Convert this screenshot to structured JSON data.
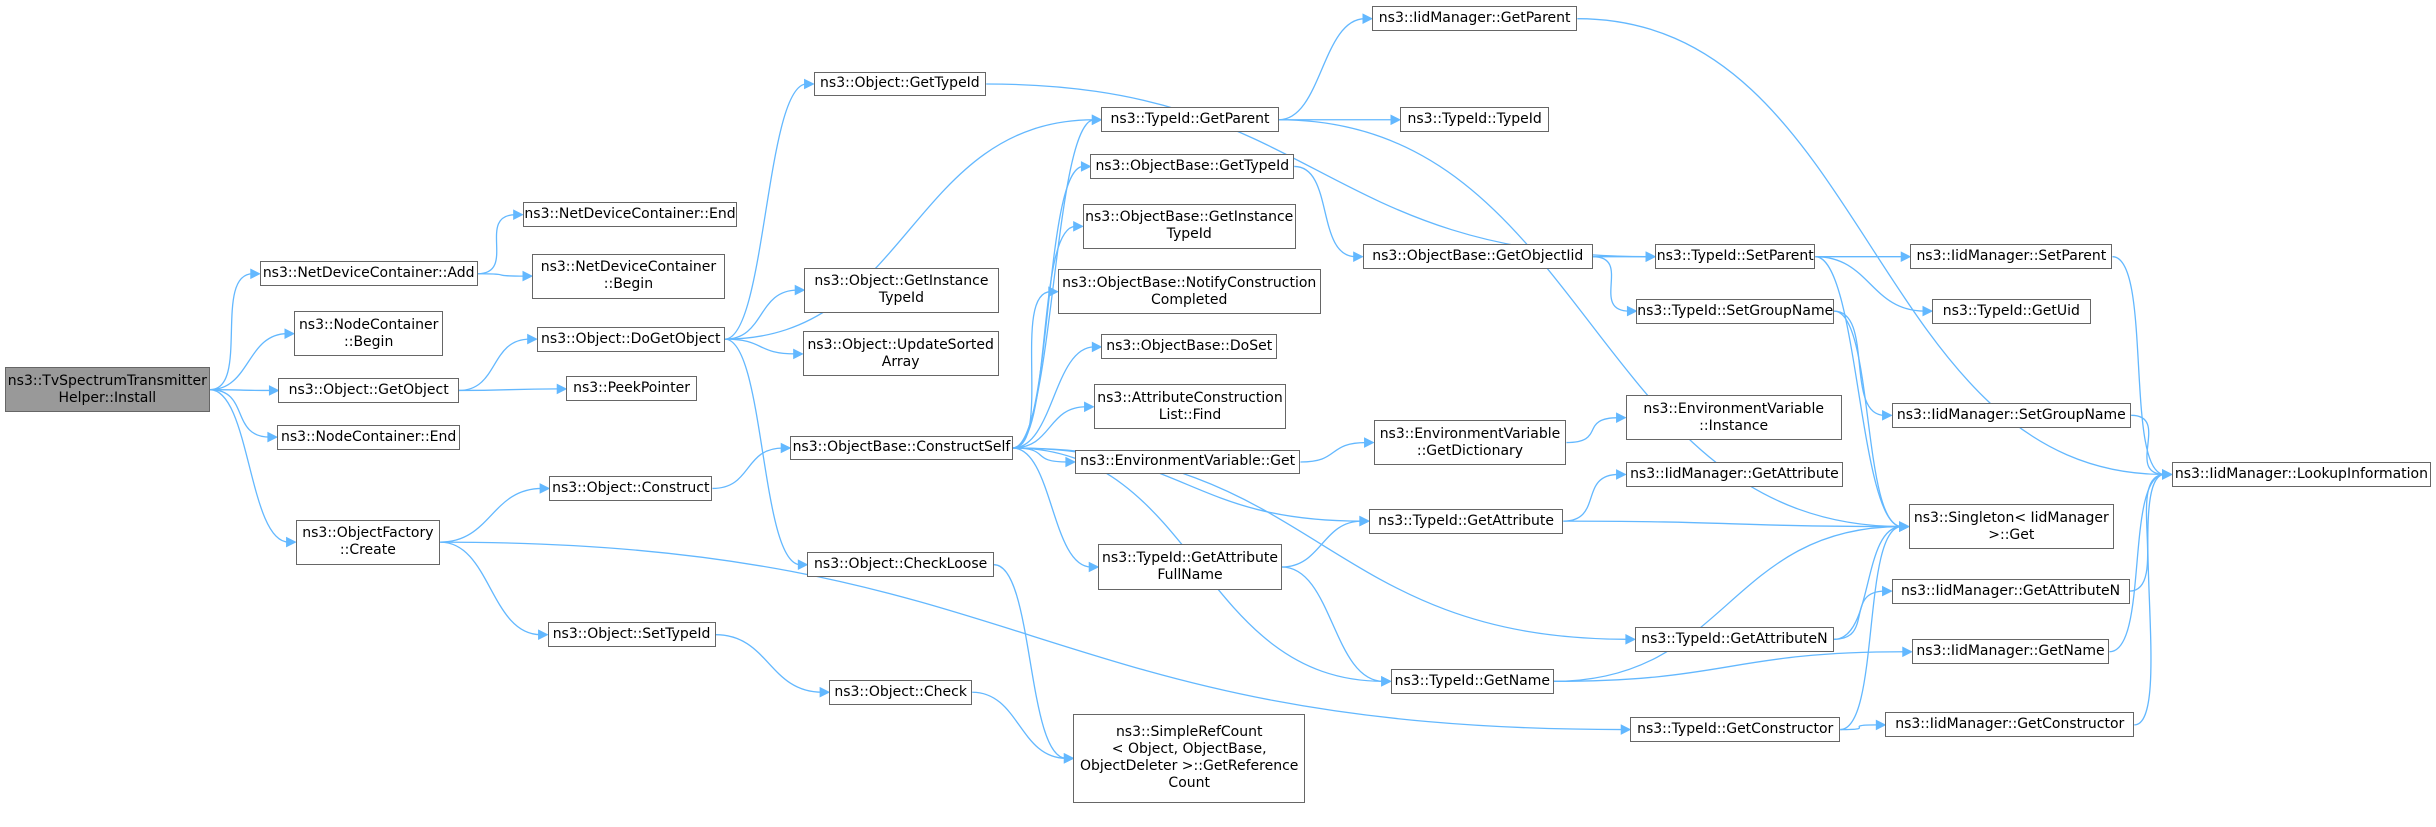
{
  "colors": {
    "edge": "#63b8ff",
    "node_border": "#666666",
    "root_fill": "#999999",
    "node_fill": "#ffffff"
  },
  "nodes": [
    {
      "id": "tvinstall",
      "label": "ns3::TvSpectrumTransmitter\nHelper::Install",
      "root": true
    },
    {
      "id": "ndc_add",
      "label": "ns3::NetDeviceContainer::Add"
    },
    {
      "id": "nc_begin",
      "label": "ns3::NodeContainer\n::Begin"
    },
    {
      "id": "obj_getobject",
      "label": "ns3::Object::GetObject"
    },
    {
      "id": "nc_end",
      "label": "ns3::NodeContainer::End"
    },
    {
      "id": "objfactory_create",
      "label": "ns3::ObjectFactory\n::Create"
    },
    {
      "id": "ndc_end",
      "label": "ns3::NetDeviceContainer::End"
    },
    {
      "id": "ndc_begin",
      "label": "ns3::NetDeviceContainer\n::Begin"
    },
    {
      "id": "obj_dogetobject",
      "label": "ns3::Object::DoGetObject"
    },
    {
      "id": "peekpointer",
      "label": "ns3::PeekPointer"
    },
    {
      "id": "obj_construct",
      "label": "ns3::Object::Construct"
    },
    {
      "id": "obj_settypeid",
      "label": "ns3::Object::SetTypeId"
    },
    {
      "id": "obj_gettypeid",
      "label": "ns3::Object::GetTypeId"
    },
    {
      "id": "obj_getinstancetypeid",
      "label": "ns3::Object::GetInstance\nTypeId"
    },
    {
      "id": "obj_updatesortedarray",
      "label": "ns3::Object::UpdateSorted\nArray"
    },
    {
      "id": "ob_constructself",
      "label": "ns3::ObjectBase::ConstructSelf"
    },
    {
      "id": "obj_checkloose",
      "label": "ns3::Object::CheckLoose"
    },
    {
      "id": "obj_check",
      "label": "ns3::Object::Check"
    },
    {
      "id": "tid_getparent",
      "label": "ns3::TypeId::GetParent"
    },
    {
      "id": "ob_gettypeid",
      "label": "ns3::ObjectBase::GetTypeId"
    },
    {
      "id": "ob_getinstancetypeid",
      "label": "ns3::ObjectBase::GetInstance\nTypeId"
    },
    {
      "id": "ob_notifyconstructioncompleted",
      "label": "ns3::ObjectBase::NotifyConstruction\nCompleted"
    },
    {
      "id": "ob_doset",
      "label": "ns3::ObjectBase::DoSet"
    },
    {
      "id": "acl_find",
      "label": "ns3::AttributeConstruction\nList::Find"
    },
    {
      "id": "envvar_get",
      "label": "ns3::EnvironmentVariable::Get"
    },
    {
      "id": "tid_getattributefullname",
      "label": "ns3::TypeId::GetAttribute\nFullName"
    },
    {
      "id": "srefcount_getrefcount",
      "label": "ns3::SimpleRefCount\n< Object, ObjectBase,\n ObjectDeleter >::GetReference\nCount"
    },
    {
      "id": "iid_getparent",
      "label": "ns3::IidManager::GetParent"
    },
    {
      "id": "tid_typeid",
      "label": "ns3::TypeId::TypeId"
    },
    {
      "id": "ob_getobjectiid",
      "label": "ns3::ObjectBase::GetObjectIid"
    },
    {
      "id": "envvar_getdictionary",
      "label": "ns3::EnvironmentVariable\n::GetDictionary"
    },
    {
      "id": "tid_getattribute",
      "label": "ns3::TypeId::GetAttribute"
    },
    {
      "id": "tid_getname",
      "label": "ns3::TypeId::GetName"
    },
    {
      "id": "tid_getconstructor",
      "label": "ns3::TypeId::GetConstructor"
    },
    {
      "id": "tid_setparent",
      "label": "ns3::TypeId::SetParent"
    },
    {
      "id": "tid_setgroupname",
      "label": "ns3::TypeId::SetGroupName"
    },
    {
      "id": "envvar_instance",
      "label": "ns3::EnvironmentVariable\n::Instance"
    },
    {
      "id": "iid_getattribute",
      "label": "ns3::IidManager::GetAttribute"
    },
    {
      "id": "tid_getattributen",
      "label": "ns3::TypeId::GetAttributeN"
    },
    {
      "id": "iid_setparent",
      "label": "ns3::IidManager::SetParent"
    },
    {
      "id": "tid_getuid",
      "label": "ns3::TypeId::GetUid"
    },
    {
      "id": "iid_setgroupname",
      "label": "ns3::IidManager::SetGroupName"
    },
    {
      "id": "singleton_get",
      "label": "ns3::Singleton< IidManager\n >::Get"
    },
    {
      "id": "iid_getattributen",
      "label": "ns3::IidManager::GetAttributeN"
    },
    {
      "id": "iid_getname",
      "label": "ns3::IidManager::GetName"
    },
    {
      "id": "iid_getconstructor",
      "label": "ns3::IidManager::GetConstructor"
    },
    {
      "id": "iid_lookupinformation",
      "label": "ns3::IidManager::LookupInformation"
    }
  ],
  "edges": [
    [
      "tvinstall",
      "ndc_add"
    ],
    [
      "tvinstall",
      "nc_begin"
    ],
    [
      "tvinstall",
      "obj_getobject"
    ],
    [
      "tvinstall",
      "nc_end"
    ],
    [
      "tvinstall",
      "objfactory_create"
    ],
    [
      "ndc_add",
      "ndc_end"
    ],
    [
      "ndc_add",
      "ndc_begin"
    ],
    [
      "obj_getobject",
      "obj_dogetobject"
    ],
    [
      "obj_getobject",
      "peekpointer"
    ],
    [
      "objfactory_create",
      "obj_construct"
    ],
    [
      "objfactory_create",
      "obj_settypeid"
    ],
    [
      "objfactory_create",
      "tid_getconstructor"
    ],
    [
      "obj_dogetobject",
      "obj_gettypeid"
    ],
    [
      "obj_dogetobject",
      "tid_getparent"
    ],
    [
      "obj_dogetobject",
      "obj_getinstancetypeid"
    ],
    [
      "obj_dogetobject",
      "obj_updatesortedarray"
    ],
    [
      "obj_dogetobject",
      "obj_checkloose"
    ],
    [
      "obj_construct",
      "ob_constructself"
    ],
    [
      "obj_settypeid",
      "obj_check"
    ],
    [
      "obj_gettypeid",
      "tid_setparent"
    ],
    [
      "obj_checkloose",
      "srefcount_getrefcount"
    ],
    [
      "obj_check",
      "srefcount_getrefcount"
    ],
    [
      "ob_constructself",
      "tid_getparent"
    ],
    [
      "ob_constructself",
      "ob_gettypeid"
    ],
    [
      "ob_constructself",
      "ob_getinstancetypeid"
    ],
    [
      "ob_constructself",
      "ob_notifyconstructioncompleted"
    ],
    [
      "ob_constructself",
      "ob_doset"
    ],
    [
      "ob_constructself",
      "acl_find"
    ],
    [
      "ob_constructself",
      "envvar_get"
    ],
    [
      "ob_constructself",
      "tid_getattributefullname"
    ],
    [
      "ob_constructself",
      "tid_getattribute"
    ],
    [
      "ob_constructself",
      "tid_getattributen"
    ],
    [
      "ob_constructself",
      "tid_getname"
    ],
    [
      "tid_getparent",
      "iid_getparent"
    ],
    [
      "tid_getparent",
      "tid_typeid"
    ],
    [
      "tid_getparent",
      "singleton_get"
    ],
    [
      "ob_gettypeid",
      "ob_getobjectiid"
    ],
    [
      "ob_getobjectiid",
      "tid_setparent"
    ],
    [
      "ob_getobjectiid",
      "tid_setgroupname"
    ],
    [
      "envvar_get",
      "envvar_getdictionary"
    ],
    [
      "envvar_getdictionary",
      "envvar_instance"
    ],
    [
      "tid_getattributefullname",
      "tid_getattribute"
    ],
    [
      "tid_getattributefullname",
      "tid_getname"
    ],
    [
      "tid_getattribute",
      "iid_getattribute"
    ],
    [
      "tid_getattribute",
      "singleton_get"
    ],
    [
      "tid_getname",
      "singleton_get"
    ],
    [
      "tid_getname",
      "iid_getname"
    ],
    [
      "tid_getconstructor",
      "singleton_get"
    ],
    [
      "tid_getconstructor",
      "iid_getconstructor"
    ],
    [
      "tid_setparent",
      "iid_setparent"
    ],
    [
      "tid_setparent",
      "tid_getuid"
    ],
    [
      "tid_setparent",
      "singleton_get"
    ],
    [
      "tid_setgroupname",
      "iid_setgroupname"
    ],
    [
      "tid_setgroupname",
      "singleton_get"
    ],
    [
      "tid_getattributen",
      "singleton_get"
    ],
    [
      "tid_getattributen",
      "iid_getattributen"
    ],
    [
      "iid_getparent",
      "iid_lookupinformation"
    ],
    [
      "iid_setparent",
      "iid_lookupinformation"
    ],
    [
      "iid_setgroupname",
      "iid_lookupinformation"
    ],
    [
      "iid_getattributen",
      "iid_lookupinformation"
    ],
    [
      "iid_getname",
      "iid_lookupinformation"
    ],
    [
      "iid_getconstructor",
      "iid_lookupinformation"
    ]
  ]
}
